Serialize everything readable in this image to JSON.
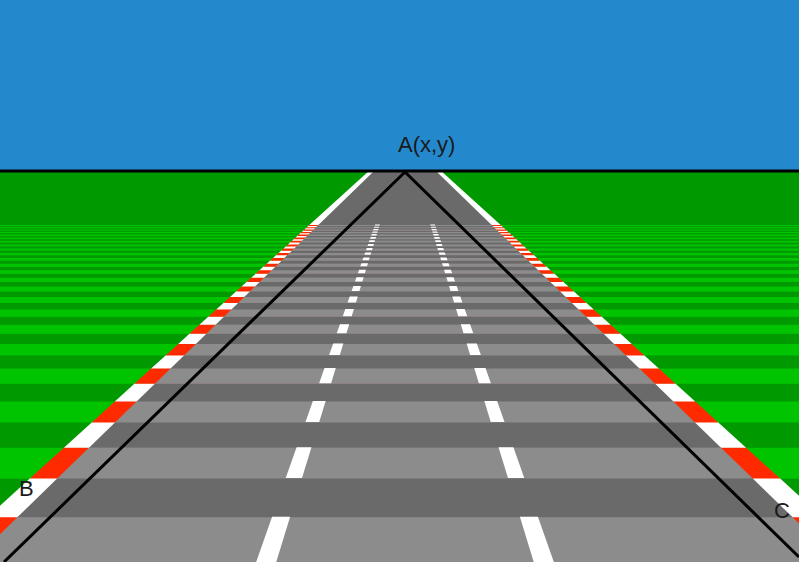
{
  "diagram": {
    "labels": [
      "A(x,y)",
      "B",
      "C"
    ]
  }
}
